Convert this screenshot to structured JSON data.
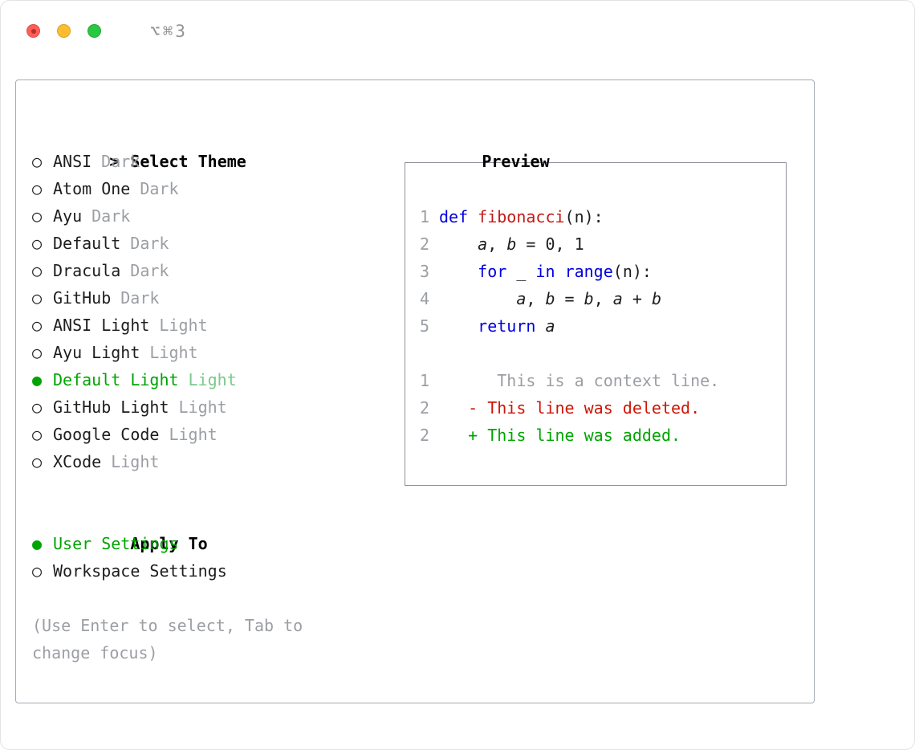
{
  "window": {
    "shortcut": "⌥⌘3"
  },
  "icons": {
    "prompt": ">",
    "selected": "●",
    "unselected": "○"
  },
  "theme_panel": {
    "title": "Select Theme",
    "items": [
      {
        "name": "ANSI",
        "variant": "Dark",
        "selected": false
      },
      {
        "name": "Atom One",
        "variant": "Dark",
        "selected": false
      },
      {
        "name": "Ayu",
        "variant": "Dark",
        "selected": false
      },
      {
        "name": "Default",
        "variant": "Dark",
        "selected": false
      },
      {
        "name": "Dracula",
        "variant": "Dark",
        "selected": false
      },
      {
        "name": "GitHub",
        "variant": "Dark",
        "selected": false
      },
      {
        "name": "ANSI Light",
        "variant": "Light",
        "selected": false
      },
      {
        "name": "Ayu Light",
        "variant": "Light",
        "selected": false
      },
      {
        "name": "Default Light",
        "variant": "Light",
        "selected": true
      },
      {
        "name": "GitHub Light",
        "variant": "Light",
        "selected": false
      },
      {
        "name": "Google Code",
        "variant": "Light",
        "selected": false
      },
      {
        "name": "XCode",
        "variant": "Light",
        "selected": false
      }
    ]
  },
  "apply_to": {
    "title": "Apply To",
    "options": [
      {
        "label": "User Settings",
        "selected": true
      },
      {
        "label": "Workspace Settings",
        "selected": false
      }
    ]
  },
  "help_text": "(Use Enter to select, Tab to change focus)",
  "preview": {
    "title": "Preview",
    "code_lines": [
      {
        "num": "1",
        "tokens": [
          {
            "text": "def",
            "style": "keyword"
          },
          {
            "text": " ",
            "style": "plain"
          },
          {
            "text": "fibonacci",
            "style": "function"
          },
          {
            "text": "(n):",
            "style": "plain"
          }
        ]
      },
      {
        "num": "2",
        "tokens": [
          {
            "text": "    ",
            "style": "plain"
          },
          {
            "text": "a",
            "style": "variable"
          },
          {
            "text": ", ",
            "style": "plain"
          },
          {
            "text": "b",
            "style": "variable"
          },
          {
            "text": " = 0, 1",
            "style": "plain"
          }
        ]
      },
      {
        "num": "3",
        "tokens": [
          {
            "text": "    ",
            "style": "plain"
          },
          {
            "text": "for",
            "style": "keyword"
          },
          {
            "text": " _ ",
            "style": "plain"
          },
          {
            "text": "in",
            "style": "keyword"
          },
          {
            "text": " ",
            "style": "plain"
          },
          {
            "text": "range",
            "style": "keyword"
          },
          {
            "text": "(n):",
            "style": "plain"
          }
        ]
      },
      {
        "num": "4",
        "tokens": [
          {
            "text": "        ",
            "style": "plain"
          },
          {
            "text": "a",
            "style": "variable"
          },
          {
            "text": ", ",
            "style": "plain"
          },
          {
            "text": "b",
            "style": "variable"
          },
          {
            "text": " = ",
            "style": "plain"
          },
          {
            "text": "b",
            "style": "variable"
          },
          {
            "text": ", ",
            "style": "plain"
          },
          {
            "text": "a",
            "style": "variable"
          },
          {
            "text": " + ",
            "style": "plain"
          },
          {
            "text": "b",
            "style": "variable"
          }
        ]
      },
      {
        "num": "5",
        "tokens": [
          {
            "text": "    ",
            "style": "plain"
          },
          {
            "text": "return",
            "style": "keyword"
          },
          {
            "text": " ",
            "style": "plain"
          },
          {
            "text": "a",
            "style": "variable"
          }
        ]
      },
      {
        "num": "",
        "tokens": []
      },
      {
        "num": "1",
        "tokens": [
          {
            "text": "      This is a context line.",
            "style": "context"
          }
        ]
      },
      {
        "num": "2",
        "tokens": [
          {
            "text": "   - This line was deleted.",
            "style": "deleted"
          }
        ]
      },
      {
        "num": "2",
        "tokens": [
          {
            "text": "   + This line was added.",
            "style": "added"
          }
        ]
      }
    ]
  },
  "colors": {
    "text": "#1d1d1f",
    "muted_gray": "#9b9ea3",
    "accent_green": "#00a400",
    "keyword_blue": "#0000e0",
    "function_red": "#c41a16",
    "deleted_red": "#cc1606",
    "added_green": "#00a400",
    "panel_border": "#a6abb3",
    "preview_border": "#8e9298",
    "titlebar_shortcut": "#909398",
    "traffic_red": "#ff5f57",
    "traffic_yellow": "#febc2e",
    "traffic_green": "#28c840",
    "selected_variant_green": "#7cc88c"
  }
}
